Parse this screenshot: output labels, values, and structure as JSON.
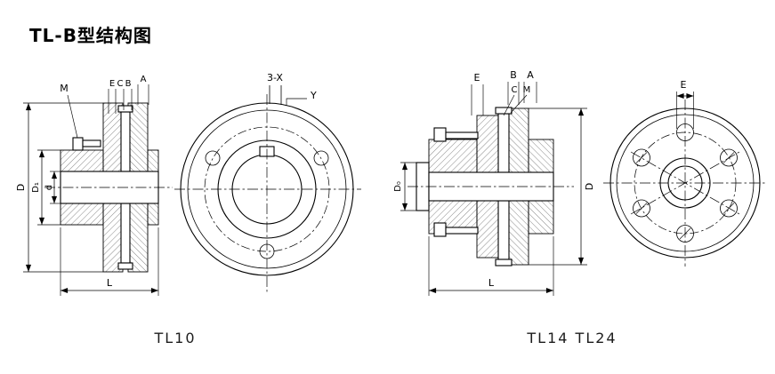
{
  "title": "TL-B型结构图",
  "colors": {
    "title": "#1a2b8e",
    "line": "#000000",
    "background": "#ffffff"
  },
  "left": {
    "caption": "TL10",
    "labels": {
      "M": "M",
      "E": "E",
      "C": "C",
      "B": "B",
      "A": "A",
      "D": "D",
      "D1": "D₁",
      "d": "d",
      "L": "L"
    },
    "front": {
      "holes": "3-X",
      "depth": "Y"
    }
  },
  "right": {
    "caption": "TL14 TL24",
    "labels": {
      "E": "E",
      "B": "B",
      "A": "A",
      "C": "C",
      "M": "M",
      "D0": "D₀",
      "D": "D",
      "L": "L"
    },
    "front": {
      "pitch": "E"
    }
  }
}
